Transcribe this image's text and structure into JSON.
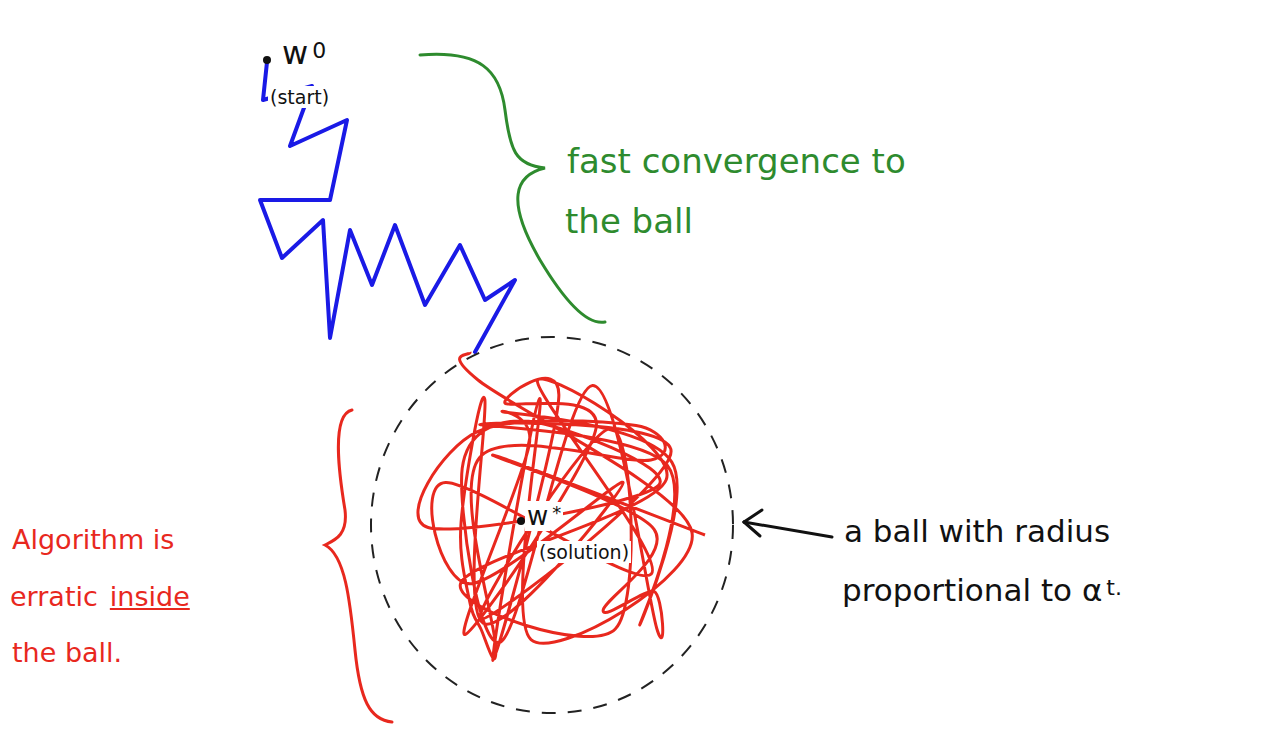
{
  "diagram": {
    "nodes": [
      {
        "text": [
          "w",
          "*",
          "(solution)"
        ]
      }
    ],
    "labels": [
      "w",
      "0",
      "(start)",
      "fast convergence to the ball",
      "Algorithm is erratic",
      "inside",
      "the ball.",
      "a ball with radius proportional to α",
      "t."
    ]
  }
}
